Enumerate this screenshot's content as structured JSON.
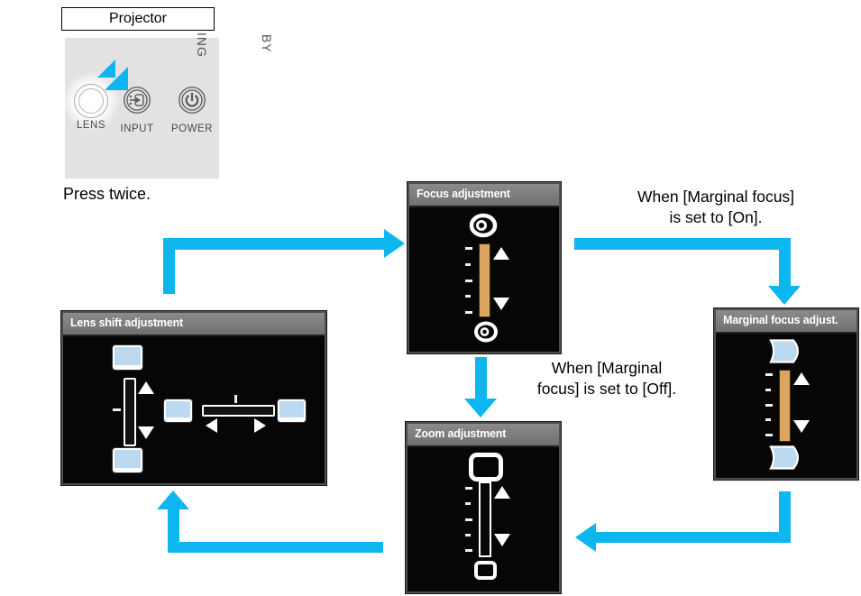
{
  "projector": {
    "label": "Projector",
    "press_note": "Press twice.",
    "vertical_label_1": "ING",
    "vertical_label_2": "BY",
    "buttons": [
      {
        "label": "LENS"
      },
      {
        "label": "INPUT"
      },
      {
        "label": "POWER"
      }
    ]
  },
  "panels": {
    "focus": {
      "title": "Focus adjustment"
    },
    "marginal": {
      "title": "Marginal focus adjust."
    },
    "zoom": {
      "title": "Zoom adjustment"
    },
    "lens_shift": {
      "title": "Lens shift adjustment"
    }
  },
  "annotations": {
    "on_line1": "When [Marginal focus]",
    "on_line2": "is set to [On].",
    "off_line1": "When [Marginal",
    "off_line2": "focus] is set to [Off]."
  },
  "colors": {
    "flow_arrow": "#0db6ef",
    "slider_bar": "#dba55f",
    "screen_fill": "#bcd9f2",
    "title_bar": "#7b7b7b",
    "panel_body": "#060606",
    "projector_panel": "#e2e2e2"
  },
  "icons": {
    "cursor": "press-cursor-icon",
    "focus_top": "focus-ring-icon",
    "focus_bottom": "focus-ring-icon",
    "marginal_top": "curved-lens-icon",
    "marginal_bottom": "curved-lens-icon",
    "zoom_top": "zoom-wide-icon",
    "zoom_bottom": "zoom-tele-icon",
    "lens_shift": "screen-icon",
    "input": "input-source-icon",
    "power": "power-icon",
    "lens": "lens-button"
  }
}
